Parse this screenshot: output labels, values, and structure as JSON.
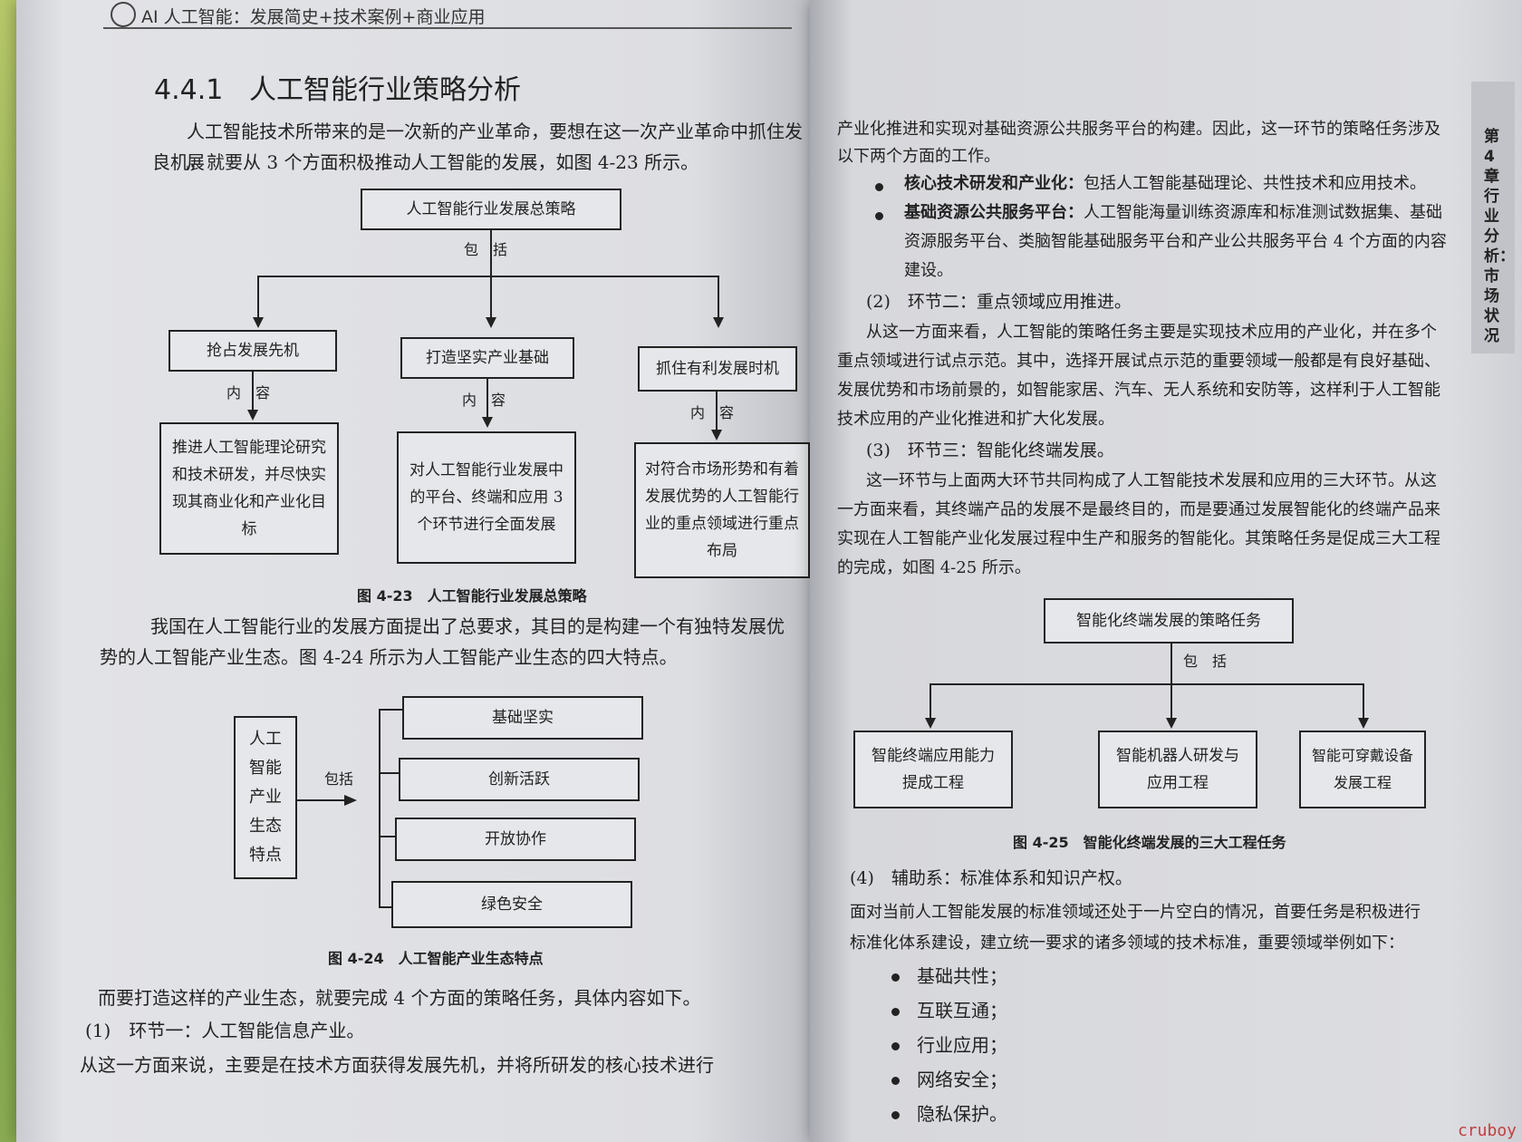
{
  "left": {
    "header": "AI 人工智能：发展简史+技术案例+商业应用",
    "section_num": "4.4.1",
    "section_title": "人工智能行业策略分析",
    "para1_l1": "人工智能技术所带来的是一次新的产业革命，要想在这一次产业革命中抓住发展",
    "para1_l2": "良机，就要从 3 个方面积极推动人工智能的发展，如图 4-23 所示。",
    "fig23": {
      "top": "人工智能行业发展总策略",
      "include": "包　括",
      "content": "内　容",
      "b1": "抢占发展先机",
      "b2": "打造坚实产业基础",
      "b3": "抓住有利发展时机",
      "c1": "推进人工智能理论研究和技术研发，并尽快实现其商业化和产业化目标",
      "c2": "对人工智能行业发展中的平台、终端和应用 3 个环节进行全面发展",
      "c3": "对符合市场形势和有着发展优势的人工智能行业的重点领域进行重点布局",
      "caption": "图 4-23　人工智能行业发展总策略"
    },
    "para2_l1": "我国在人工智能行业的发展方面提出了总要求，其目的是构建一个有独特发展优",
    "para2_l2": "势的人工智能产业生态。图 4-24 所示为人工智能产业生态的四大特点。",
    "fig24": {
      "left": "人工智能产业生态特点",
      "include": "包括",
      "i1": "基础坚实",
      "i2": "创新活跃",
      "i3": "开放协作",
      "i4": "绿色安全",
      "caption": "图 4-24　人工智能产业生态特点"
    },
    "para3": "而要打造这样的产业生态，就要完成 4 个方面的策略任务，具体内容如下。",
    "para4": "(1)　环节一：人工智能信息产业。",
    "para5": "从这一方面来说，主要是在技术方面获得发展先机，并将所研发的核心技术进行"
  },
  "right": {
    "side_tab": "第4章 行业分析：市场状况",
    "p1_l1": "产业化推进和实现对基础资源公共服务平台的构建。因此，这一环节的策略任务涉及",
    "p1_l2": "以下两个方面的工作。",
    "b1_bold": "核心技术研发和产业化：",
    "b1_text": "包括人工智能基础理论、共性技术和应用技术。",
    "b2_bold": "基础资源公共服务平台：",
    "b2_text": "人工智能海量训练资源库和标准测试数据集、基础",
    "b2_l2": "资源服务平台、类脑智能基础服务平台和产业公共服务平台 4 个方面的内容",
    "b2_l3": "建设。",
    "s2": "(2)　环节二：重点领域应用推进。",
    "p2_l1": "从这一方面来看，人工智能的策略任务主要是实现技术应用的产业化，并在多个",
    "p2_l2": "重点领域进行试点示范。其中，选择开展试点示范的重要领域一般都是有良好基础、",
    "p2_l3": "发展优势和市场前景的，如智能家居、汽车、无人系统和安防等，这样利于人工智能",
    "p2_l4": "技术应用的产业化推进和扩大化发展。",
    "s3": "(3)　环节三：智能化终端发展。",
    "p3_l1": "这一环节与上面两大环节共同构成了人工智能技术发展和应用的三大环节。从这",
    "p3_l2": "一方面来看，其终端产品的发展不是最终目的，而是要通过发展智能化的终端产品来",
    "p3_l3": "实现在人工智能产业化发展过程中生产和服务的智能化。其策略任务是促成三大工程",
    "p3_l4": "的完成，如图 4-25 所示。",
    "fig25": {
      "top": "智能化终端发展的策略任务",
      "include": "包　括",
      "c1": "智能终端应用能力提成工程",
      "c2": "智能机器人研发与应用工程",
      "c3": "智能可穿戴设备发展工程",
      "caption": "图 4-25　智能化终端发展的三大工程任务"
    },
    "s4": "(4)　辅助系：标准体系和知识产权。",
    "p4_l1": "面对当前人工智能发展的标准领域还处于一片空白的情况，首要任务是积极进行",
    "p4_l2": "标准化体系建设，建立统一要求的诸多领域的技术标准，重要领域举例如下：",
    "list": [
      "基础共性；",
      "互联互通；",
      "行业应用；",
      "网络安全；",
      "隐私保护。"
    ]
  },
  "watermark": "cruboy"
}
